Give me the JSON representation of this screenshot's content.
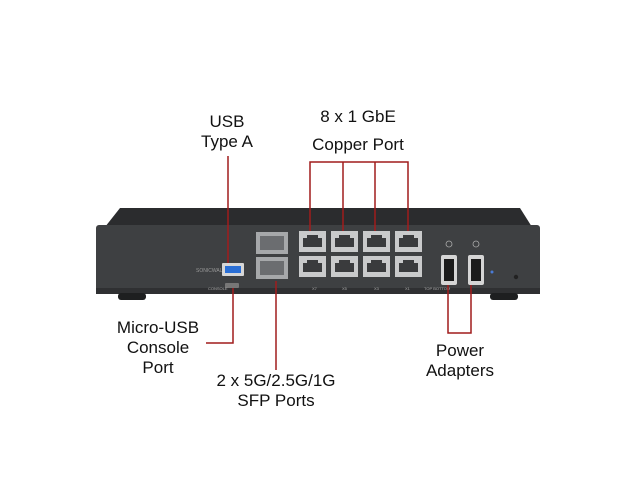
{
  "labels": {
    "usb_line1": "USB",
    "usb_line2": "Type A",
    "copper_line1": "8 x 1 GbE",
    "copper_line2": "Copper Port",
    "microusb_line1": "Micro-USB",
    "microusb_line2": "Console",
    "microusb_line3": "Port",
    "sfp_line1": "2 x 5G/2.5G/1G",
    "sfp_line2": "SFP Ports",
    "power_line1": "Power",
    "power_line2": "Adapters"
  },
  "device_text": {
    "console": "CONSOLE",
    "port_x7": "X7",
    "port_x5": "X5",
    "port_x3": "X3",
    "port_x1": "X1",
    "top_bottom": "TOP BOTTOM"
  },
  "colors": {
    "callout": "#a01c1c",
    "chassis": "#3b3d3f",
    "port": "#9a9c9e",
    "usb": "#2a6fd6"
  }
}
